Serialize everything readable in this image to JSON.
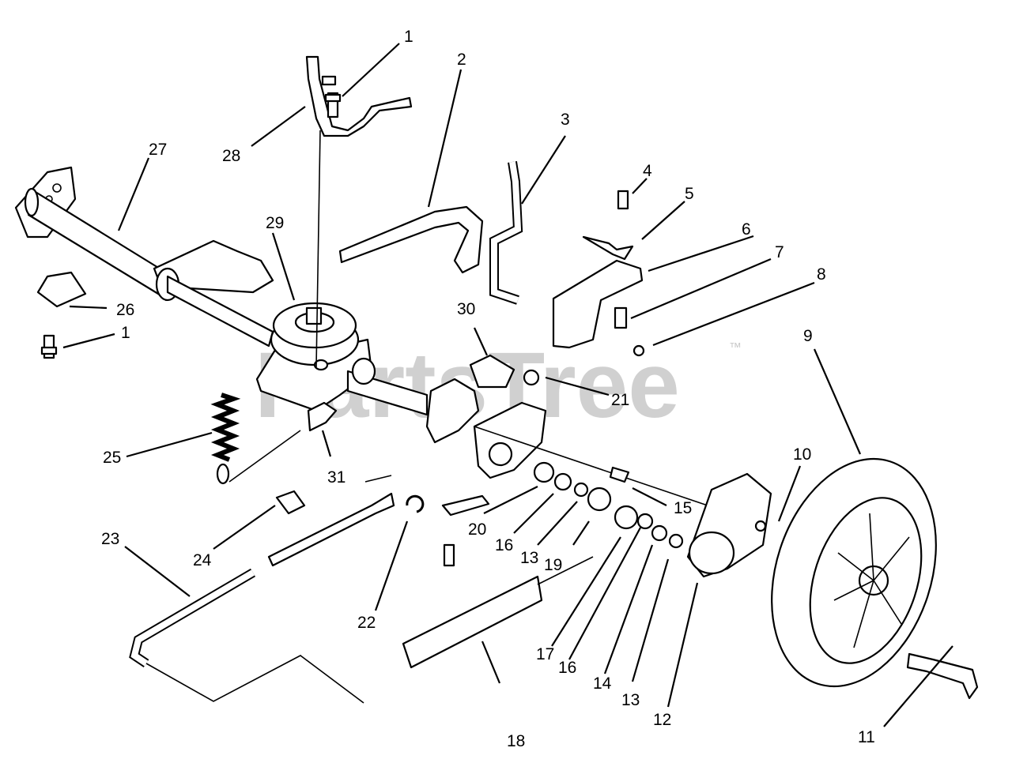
{
  "watermark": {
    "text": "PartsTree",
    "mark": "™"
  },
  "callouts": [
    "1",
    "2",
    "3",
    "4",
    "5",
    "6",
    "7",
    "8",
    "9",
    "10",
    "11",
    "12",
    "13",
    "14",
    "15",
    "16",
    "17",
    "18",
    "19",
    "20",
    "21",
    "22",
    "23",
    "24",
    "25",
    "26",
    "27",
    "28",
    "29",
    "30",
    "31"
  ],
  "callouts_dup": [
    "1",
    "16",
    "13"
  ]
}
